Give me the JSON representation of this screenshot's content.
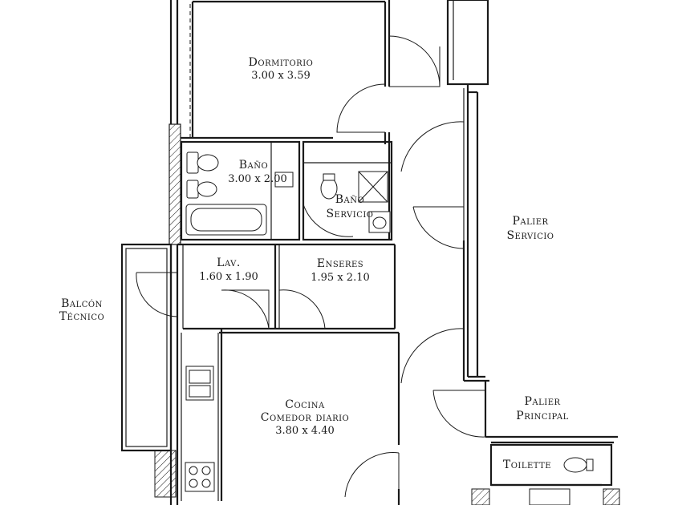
{
  "rooms": {
    "dormitorio": {
      "name": "Dormitorio",
      "dims": "3.00 x 3.59"
    },
    "bano": {
      "name": "Baño",
      "dims": "3.00 x 2.00"
    },
    "bano_servicio": {
      "line1": "Baño",
      "line2": "Servicio"
    },
    "lav": {
      "name": "Lav.",
      "dims": "1.60 x 1.90"
    },
    "enseres": {
      "name": "Enseres",
      "dims": "1.95 x 2.10"
    },
    "balcon_tecnico": {
      "line1": "Balcón",
      "line2": "Técnico"
    },
    "cocina": {
      "line1": "Cocina",
      "line2": "Comedor diario",
      "dims": "3.80 x 4.40"
    },
    "palier_servicio": {
      "line1": "Palier",
      "line2": "Servicio"
    },
    "palier_principal": {
      "line1": "Palier",
      "line2": "Principal"
    },
    "toilette": {
      "name": "Toilette"
    }
  },
  "colors": {
    "line": "#1a1a1a",
    "background": "#ffffff"
  }
}
